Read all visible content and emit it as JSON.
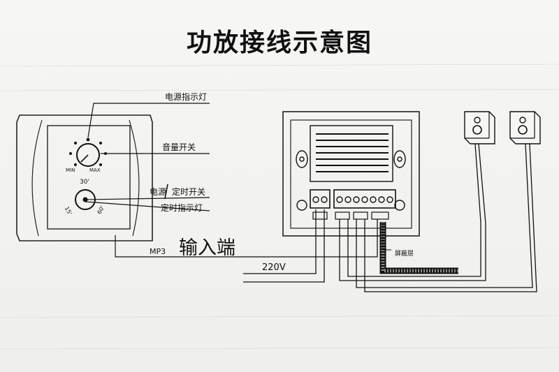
{
  "title": "功放接线示意图",
  "front_panel": {
    "power_indicator": "电源指示灯",
    "volume_switch": "音量开关",
    "min": "MIN",
    "max": "MAX",
    "timer_top": "30'",
    "timer_left": "15'",
    "timer_right": "60'",
    "power_label": "电源",
    "timer_switch": "定时开关",
    "timer_indicator": "定时指示灯",
    "mp3": "MP3",
    "input": "输入端"
  },
  "back_panel": {
    "voltage": "220V",
    "shield": "屏蔽层"
  }
}
